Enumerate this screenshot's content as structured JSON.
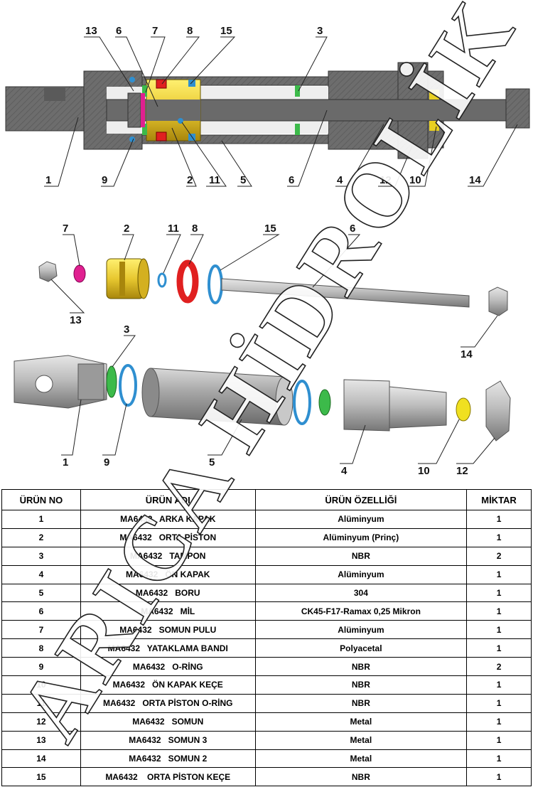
{
  "top_callouts": [
    "13",
    "6",
    "7",
    "8",
    "15",
    "3",
    "1",
    "9",
    "2",
    "11",
    "5",
    "6",
    "4",
    "12",
    "10",
    "14"
  ],
  "exploded_callouts": [
    "7",
    "2",
    "11",
    "8",
    "15",
    "6",
    "13",
    "14",
    "3",
    "1",
    "9",
    "5",
    "4",
    "10",
    "12"
  ],
  "table": {
    "headers": [
      "ÜRÜN NO",
      "ÜRÜN ADI",
      "ÜRÜN ÖZELLİĞİ",
      "MİKTAR"
    ],
    "rows": [
      [
        "1",
        "MA6432   ARKA KAPAK",
        "Alüminyum",
        "1"
      ],
      [
        "2",
        "MA6432   ORTA PİSTON",
        "Alüminyum (Prinç)",
        "1"
      ],
      [
        "3",
        "MA6432   TAMPON",
        "NBR",
        "2"
      ],
      [
        "4",
        "MA6432   ÖN KAPAK",
        "Alüminyum",
        "1"
      ],
      [
        "5",
        "MA6432   BORU",
        "304",
        "1"
      ],
      [
        "6",
        "MA6432   MİL",
        "CK45-F17-Ramax 0,25 Mikron",
        "1"
      ],
      [
        "7",
        "MA6432   SOMUN PULU",
        "Alüminyum",
        "1"
      ],
      [
        "8",
        "MA6432   YATAKLAMA BANDI",
        "Polyacetal",
        "1"
      ],
      [
        "9",
        "MA6432   O-RİNG",
        "NBR",
        "2"
      ],
      [
        "10",
        "MA6432   ÖN KAPAK KEÇE",
        "NBR",
        "1"
      ],
      [
        "11",
        "MA6432   ORTA PİSTON O-RİNG",
        "NBR",
        "1"
      ],
      [
        "12",
        "MA6432   SOMUN",
        "Metal",
        "1"
      ],
      [
        "13",
        "MA6432   SOMUN 3",
        "Metal",
        "1"
      ],
      [
        "14",
        "MA6432   SOMUN 2",
        "Metal",
        "1"
      ],
      [
        "15",
        "MA6432    ORTA PİSTON KEÇE",
        "NBR",
        "1"
      ]
    ]
  },
  "watermark": "ARICA HİDROLİK",
  "colors": {
    "body": "#6b6b6b",
    "body_dark": "#4a4a4a",
    "piston": "#e8c830",
    "band": "#e02020",
    "seal": "#2f8fd0",
    "bumper": "#3cba4a",
    "washer": "#e02090"
  }
}
